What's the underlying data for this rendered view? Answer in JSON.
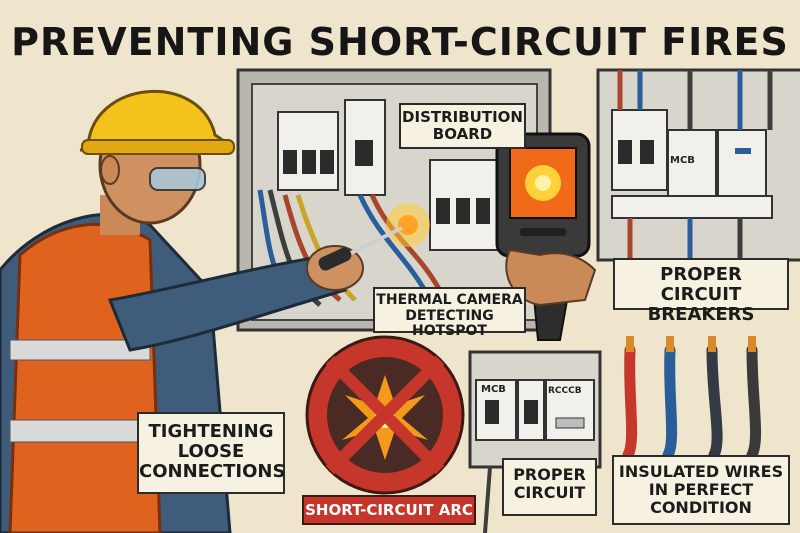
{
  "title": "PREVENTING SHORT-CIRCUIT FIRES",
  "labels": {
    "distribution_board": [
      "DISTRIBUTION",
      "BOARD"
    ],
    "thermal_camera": [
      "THERMAL CAMERA",
      "DETECTING HOTSPOT"
    ],
    "proper_breakers": [
      "PROPER",
      "CIRCUIT BREAKERS"
    ],
    "tightening": [
      "TIGHTENING",
      "LOOSE",
      "CONNECTIONS"
    ],
    "short_circuit_arc": "SHORT-CIRCUIT ARC",
    "proper_circuit": [
      "PROPER",
      "CIRCUIT"
    ],
    "insulated_wires": [
      "INSULATED WIRES",
      "IN PERFECT",
      "CONDITION"
    ]
  },
  "device_markings": {
    "mcb_right_panel": "MCB",
    "mcb_lower": "MCB",
    "rcd_lower": "RCCCB"
  },
  "icons": [
    "hard-hat-icon",
    "thermal-camera-icon",
    "no-arc-icon",
    "screwdriver-icon",
    "wire-icon"
  ],
  "colors": {
    "background": "#efe4cc",
    "hard_hat": "#f3c21b",
    "safety_vest": "#e0621f",
    "arc_sign_red": "#c6362a",
    "panel_gray": "#c9c6bd"
  }
}
